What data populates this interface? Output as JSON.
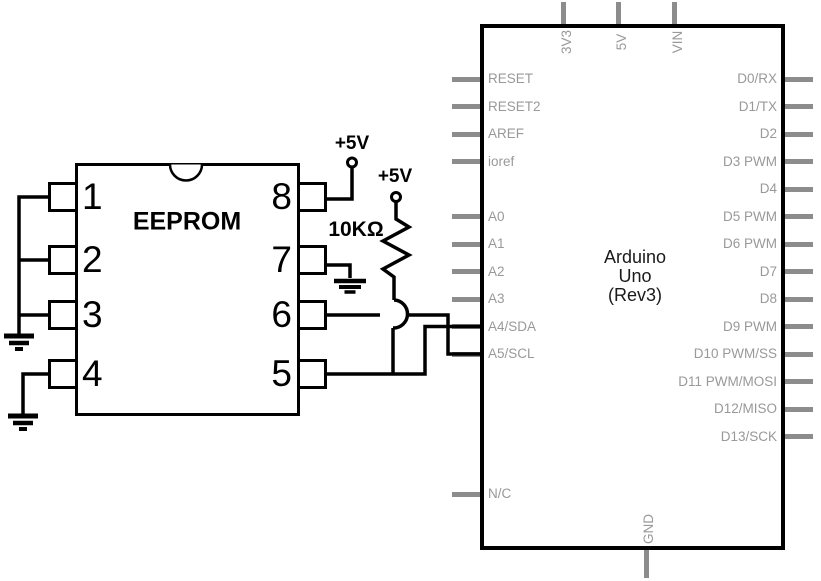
{
  "eeprom": {
    "label": "EEPROM",
    "left_pin_numbers": [
      "1",
      "2",
      "3",
      "4"
    ],
    "right_pin_numbers": [
      "8",
      "7",
      "6",
      "5"
    ]
  },
  "power": {
    "vcc_a": "+5V",
    "vcc_b": "+5V",
    "resistor_value": "10KΩ"
  },
  "arduino": {
    "title_lines": [
      "Arduino",
      "Uno",
      "(Rev3)"
    ],
    "top_pins": [
      "3V3",
      "5V",
      "VIN"
    ],
    "bottom_pins": [
      "GND"
    ],
    "left_pins": [
      "RESET",
      "RESET2",
      "AREF",
      "ioref",
      "A0",
      "A1",
      "A2",
      "A3",
      "A4/SDA",
      "A5/SCL",
      "N/C"
    ],
    "right_pins": [
      "D0/RX",
      "D1/TX",
      "D2",
      "D3 PWM",
      "D4",
      "D5 PWM",
      "D6 PWM",
      "D7",
      "D8",
      "D9 PWM",
      "D10 PWM/SS",
      "D11 PWM/MOSI",
      "D12/MISO",
      "D13/SCK"
    ]
  },
  "colors": {
    "wire": "#000000",
    "pin_stub": "#8c8c8c",
    "pin_label": "#999999",
    "title_text": "#1a1a1a",
    "background": "#ffffff"
  }
}
